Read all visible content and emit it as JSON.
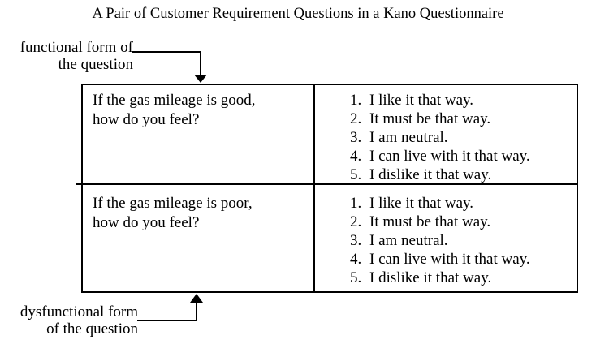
{
  "title": "A Pair of Customer Requirement Questions in a Kano Questionnaire",
  "labels": {
    "functional": {
      "line1": "functional form of",
      "line2": "the question"
    },
    "dysfunctional": {
      "line1": "dysfunctional form",
      "line2": "of the question"
    }
  },
  "icons": {
    "functional_pointer": "arrow-down",
    "dysfunctional_pointer": "arrow-up"
  },
  "table": {
    "rows": [
      {
        "question_line1": "If the gas mileage is good,",
        "question_line2": "how do you feel?",
        "options": [
          {
            "num": "1.",
            "text": "I like it that way."
          },
          {
            "num": "2.",
            "text": "It must be that way."
          },
          {
            "num": "3.",
            "text": "I am neutral."
          },
          {
            "num": "4.",
            "text": "I can live with it that way."
          },
          {
            "num": "5.",
            "text": "I dislike it that way."
          }
        ]
      },
      {
        "question_line1": "If the gas mileage is poor,",
        "question_line2": "how do you feel?",
        "options": [
          {
            "num": "1.",
            "text": "I like it that way."
          },
          {
            "num": "2.",
            "text": "It must be that way."
          },
          {
            "num": "3.",
            "text": "I am neutral."
          },
          {
            "num": "4.",
            "text": "I can live with it that way."
          },
          {
            "num": "5.",
            "text": "I dislike it that way."
          }
        ]
      }
    ]
  },
  "colors": {
    "ink": "#000000",
    "background": "#ffffff"
  }
}
